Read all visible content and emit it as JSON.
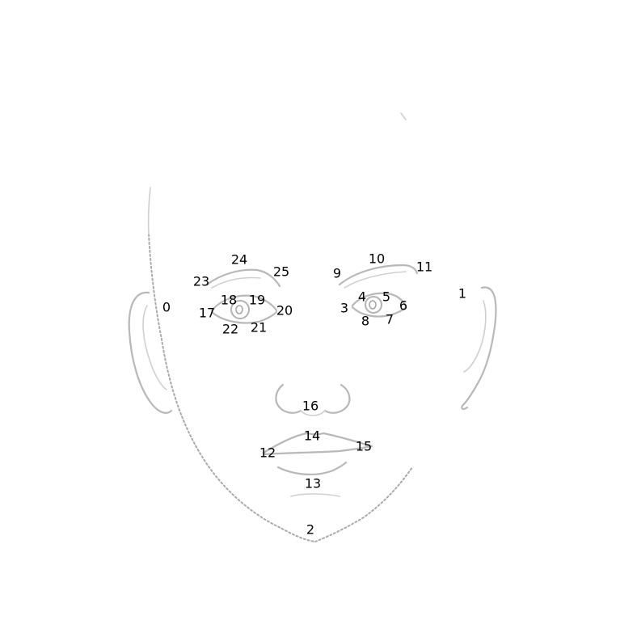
{
  "diagram": {
    "line_color": "#b8b8b8",
    "label_color": "#000000",
    "background": "#ffffff",
    "landmarks": [
      {
        "label": "0"
      },
      {
        "label": "1"
      },
      {
        "label": "2"
      },
      {
        "label": "3"
      },
      {
        "label": "4"
      },
      {
        "label": "5"
      },
      {
        "label": "6"
      },
      {
        "label": "7"
      },
      {
        "label": "8"
      },
      {
        "label": "9"
      },
      {
        "label": "10"
      },
      {
        "label": "11"
      },
      {
        "label": "12"
      },
      {
        "label": "13"
      },
      {
        "label": "14"
      },
      {
        "label": "15"
      },
      {
        "label": "16"
      },
      {
        "label": "17"
      },
      {
        "label": "18"
      },
      {
        "label": "19"
      },
      {
        "label": "20"
      },
      {
        "label": "21"
      },
      {
        "label": "22"
      },
      {
        "label": "23"
      },
      {
        "label": "24"
      },
      {
        "label": "25"
      }
    ]
  }
}
